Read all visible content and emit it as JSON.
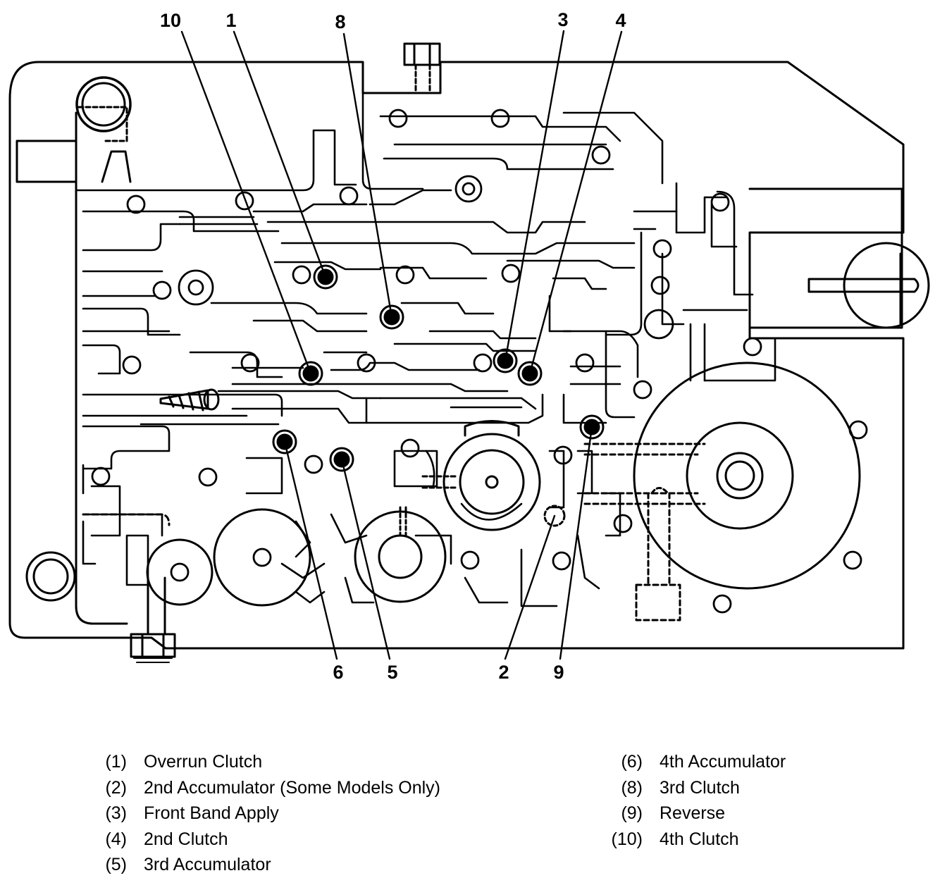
{
  "callouts": [
    {
      "number": "10",
      "label": "4th Clutch"
    },
    {
      "number": "1",
      "label": "Overrun Clutch"
    },
    {
      "number": "8",
      "label": "3rd Clutch"
    },
    {
      "number": "3",
      "label": "Front Band Apply"
    },
    {
      "number": "4",
      "label": "2nd Clutch"
    },
    {
      "number": "6",
      "label": "4th Accumulator"
    },
    {
      "number": "5",
      "label": "3rd Accumulator"
    },
    {
      "number": "2",
      "label": "2nd Accumulator (Some Models Only)"
    },
    {
      "number": "9",
      "label": "Reverse"
    }
  ],
  "legend": {
    "left": [
      {
        "num": "(1)",
        "label": "Overrun Clutch"
      },
      {
        "num": "(2)",
        "label": "2nd Accumulator (Some Models Only)"
      },
      {
        "num": "(3)",
        "label": "Front Band Apply"
      },
      {
        "num": "(4)",
        "label": "2nd Clutch"
      },
      {
        "num": "(5)",
        "label": "3rd Accumulator"
      }
    ],
    "right": [
      {
        "num": "(6)",
        "label": "4th Accumulator"
      },
      {
        "num": "(8)",
        "label": "3rd Clutch"
      },
      {
        "num": "(9)",
        "label": "Reverse"
      },
      {
        "num": "(10)",
        "label": "4th Clutch"
      }
    ]
  }
}
